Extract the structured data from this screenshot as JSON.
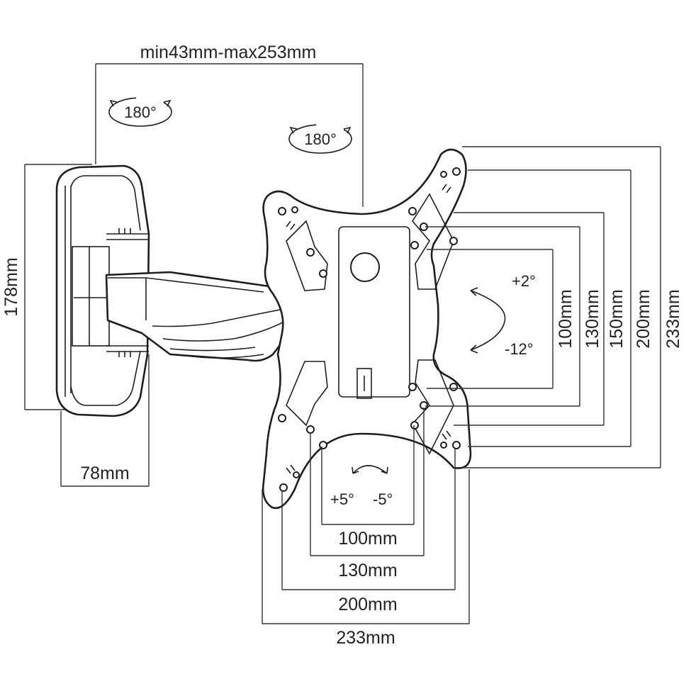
{
  "labels": {
    "arm_extension": "min43mm-max253mm",
    "swivel_wall": "180°",
    "swivel_plate": "180°",
    "wall_plate_height": "178mm",
    "wall_plate_width": "78mm",
    "tilt_up": "+2°",
    "tilt_down": "-12°",
    "rotate_left": "+5°",
    "rotate_right": "-5°"
  },
  "vesa_vertical": [
    "100mm",
    "130mm",
    "150mm",
    "200mm",
    "233mm"
  ],
  "vesa_horizontal": [
    "100mm",
    "130mm",
    "200mm",
    "233mm"
  ],
  "colors": {
    "line": "#1e1e1e",
    "background": "#ffffff"
  }
}
